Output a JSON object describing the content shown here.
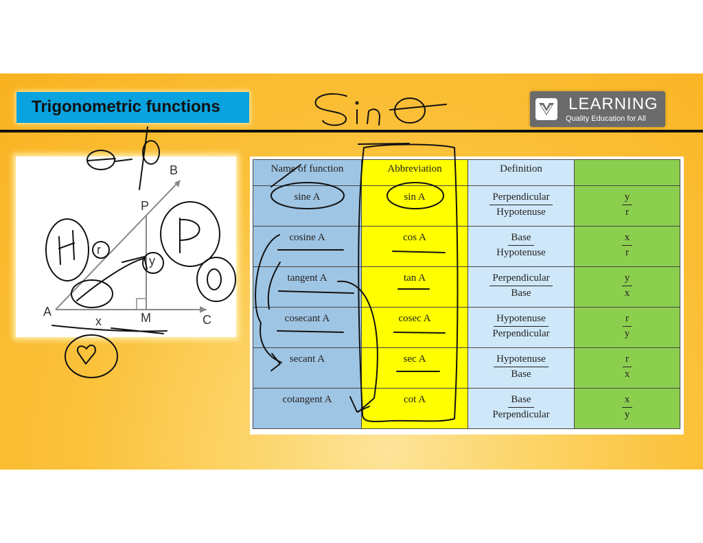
{
  "slide": {
    "title": "Trigonometric functions",
    "logo": {
      "name": "LEARNING",
      "tagline": "Quality Education for All"
    },
    "colors": {
      "background": "#fbc23c",
      "title_box": "#0aa3e0",
      "col_name": "#9fc5e4",
      "col_abbr": "#ffff00",
      "col_def": "#cfe8f9",
      "col_ratio": "#8ccf4f"
    }
  },
  "figure": {
    "labels": {
      "A": "A",
      "B": "B",
      "C": "C",
      "P": "P",
      "M": "M",
      "r": "r",
      "y": "y",
      "x": "x"
    }
  },
  "table": {
    "headers": [
      "Name of function",
      "Abbreviation",
      "Definition",
      ""
    ],
    "rows": [
      {
        "name": "sine A",
        "abbr": "sin A",
        "num": "Perpendicular",
        "den": "Hypotenuse",
        "rnum": "y",
        "rden": "r"
      },
      {
        "name": "cosine A",
        "abbr": "cos A",
        "num": "Base",
        "den": "Hypotenuse",
        "rnum": "x",
        "rden": "r"
      },
      {
        "name": "tangent A",
        "abbr": "tan A",
        "num": "Perpendicular",
        "den": "Base",
        "rnum": "y",
        "rden": "x"
      },
      {
        "name": "cosecant A",
        "abbr": "cosec A",
        "num": "Hypotenuse",
        "den": "Perpendicular",
        "rnum": "r",
        "rden": "y"
      },
      {
        "name": "secant A",
        "abbr": "sec A",
        "num": "Hypotenuse",
        "den": "Base",
        "rnum": "r",
        "rden": "x"
      },
      {
        "name": "cotangent A",
        "abbr": "cot A",
        "num": "Base",
        "den": "Perpendicular",
        "rnum": "x",
        "rden": "y"
      }
    ]
  }
}
